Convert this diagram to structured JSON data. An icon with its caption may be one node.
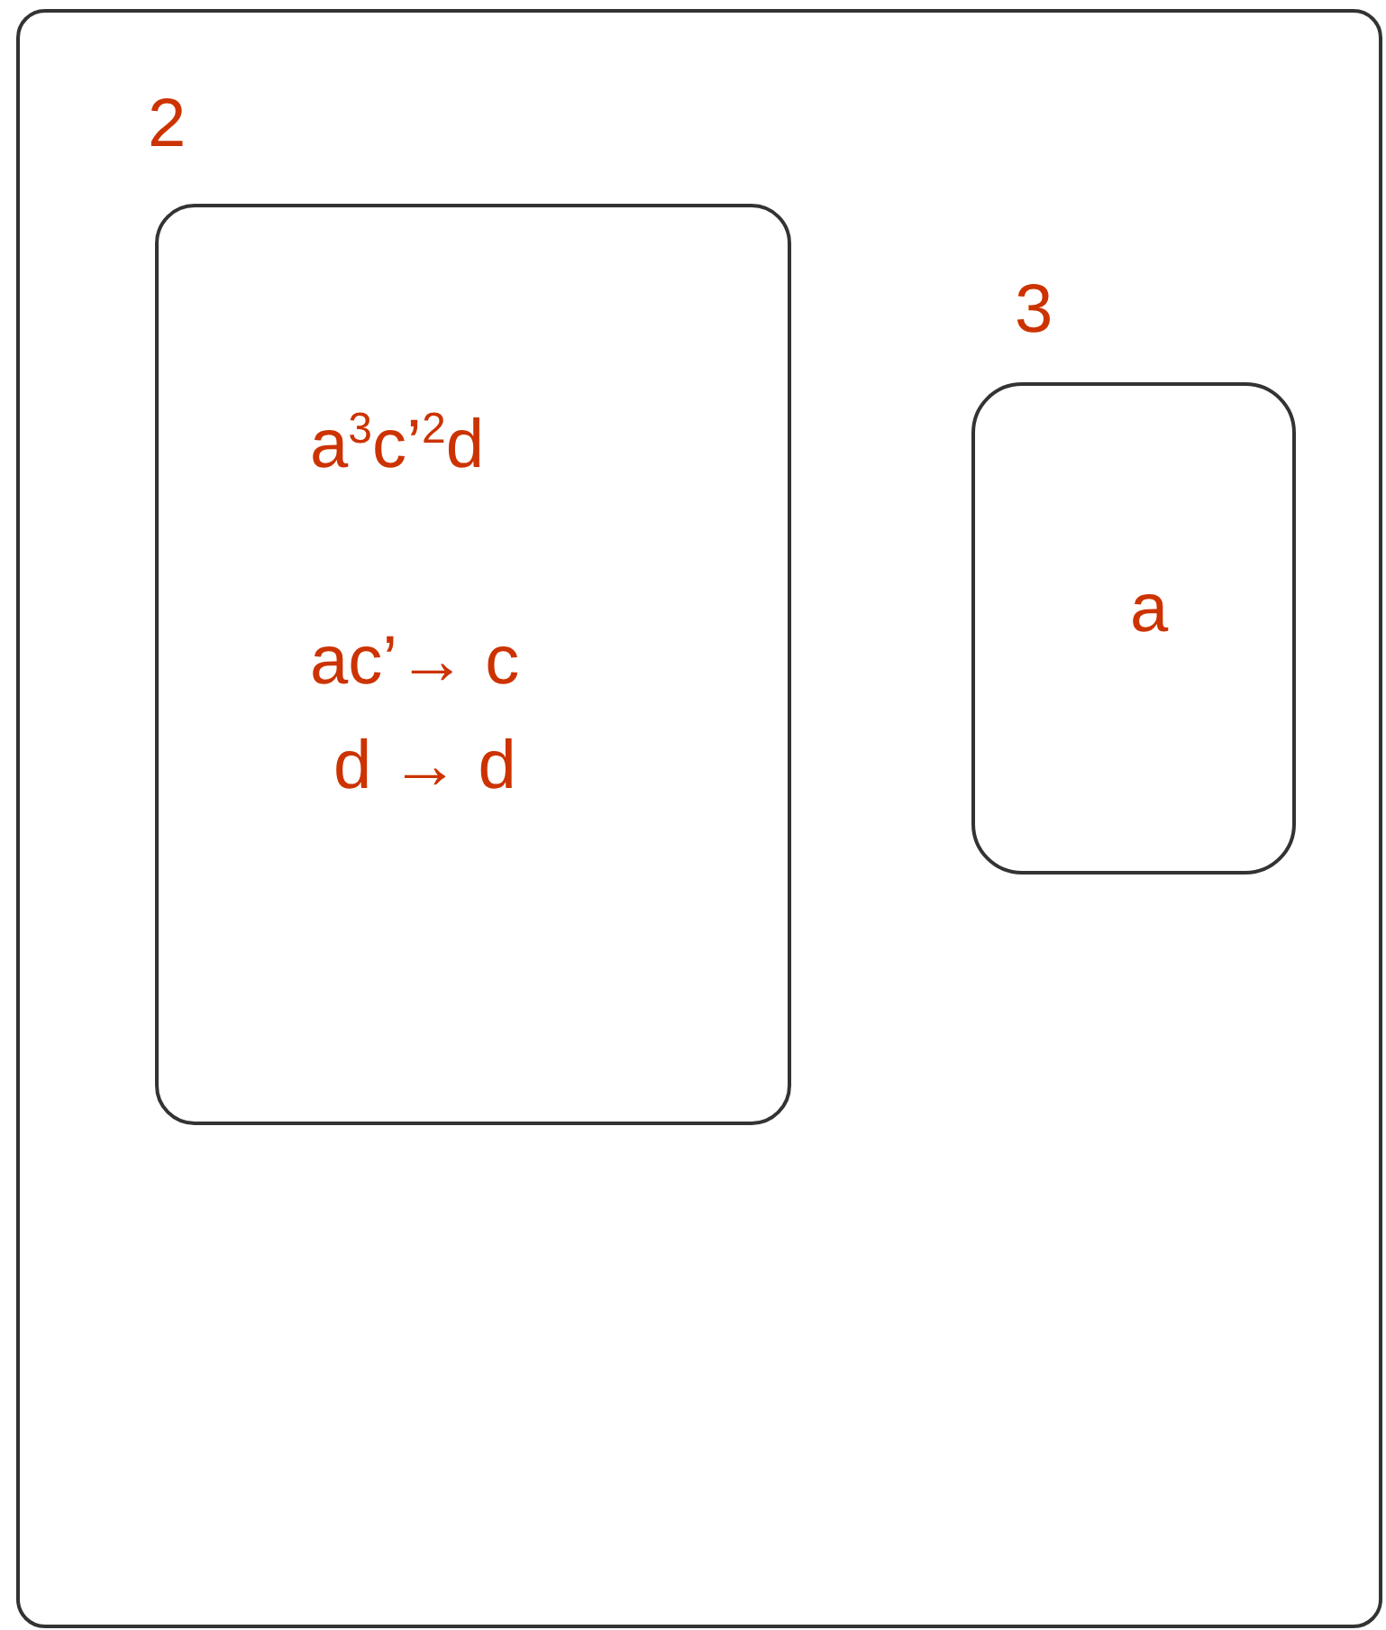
{
  "diagram": {
    "nodes": [
      {
        "text": [],
        "shape": "box"
      },
      {
        "text": [
          "2",
          "a$^{3}$c’$^{2}$d",
          "ac’→ c",
          "d → d"
        ],
        "in": 0
      },
      {
        "text": [
          "3",
          "a"
        ],
        "in": 0
      }
    ]
  }
}
